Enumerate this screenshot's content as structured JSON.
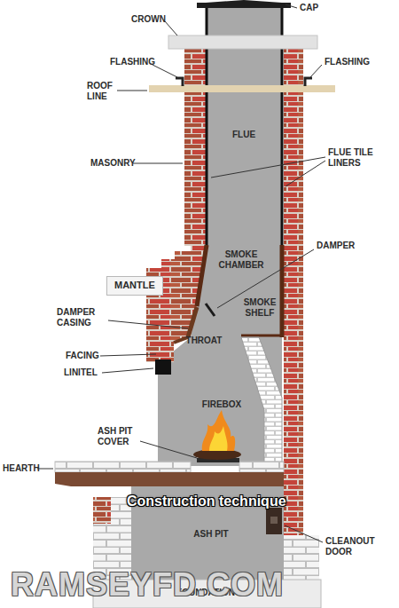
{
  "diagram": {
    "nodes": [
      {
        "text": [
          "MANTLE"
        ]
      }
    ],
    "labels": [
      "CROWN",
      "CAP",
      "FLASHING",
      "FLASHING",
      "ROOF LINE",
      "FLUE",
      "FLUE TILE LINERS",
      "MASONRY",
      "SMOKE CHAMBER",
      "DAMPER",
      "SMOKE SHELF",
      "DAMPER CASING",
      "THROAT",
      "FACING",
      "LINITEL",
      "FIREBOX",
      "ASH PIT COVER",
      "HEARTH",
      "Construction technique",
      "ASH PIT",
      "CLEANOUT DOOR",
      "FOUNDATION",
      "RAMSEYFD.COM"
    ]
  }
}
